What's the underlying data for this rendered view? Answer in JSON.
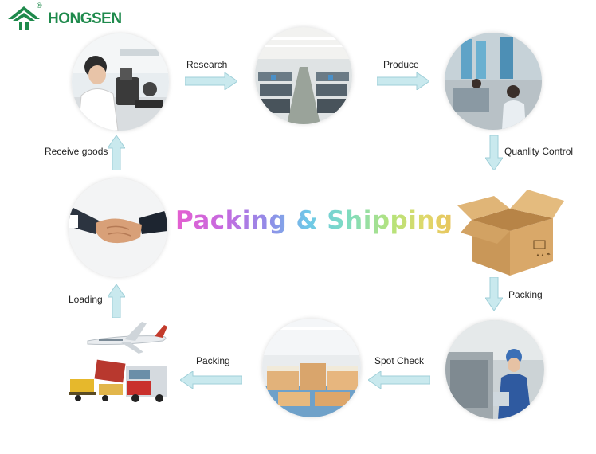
{
  "brand": {
    "name": "HONGSEN",
    "registered": "®"
  },
  "title": "Packing & Shipping",
  "colors": {
    "brand_green": "#1f8a4c",
    "arrow_fill": "#c9e9ee",
    "arrow_stroke": "#9fcfd8"
  },
  "steps": {
    "research": "Research",
    "produce": "Produce",
    "quality_control": "Quanlity Control",
    "packing_box": "Packing",
    "spot_check": "Spot Check",
    "packing_warehouse": "Packing",
    "loading": "Loading",
    "receive_goods": "Receive goods"
  }
}
